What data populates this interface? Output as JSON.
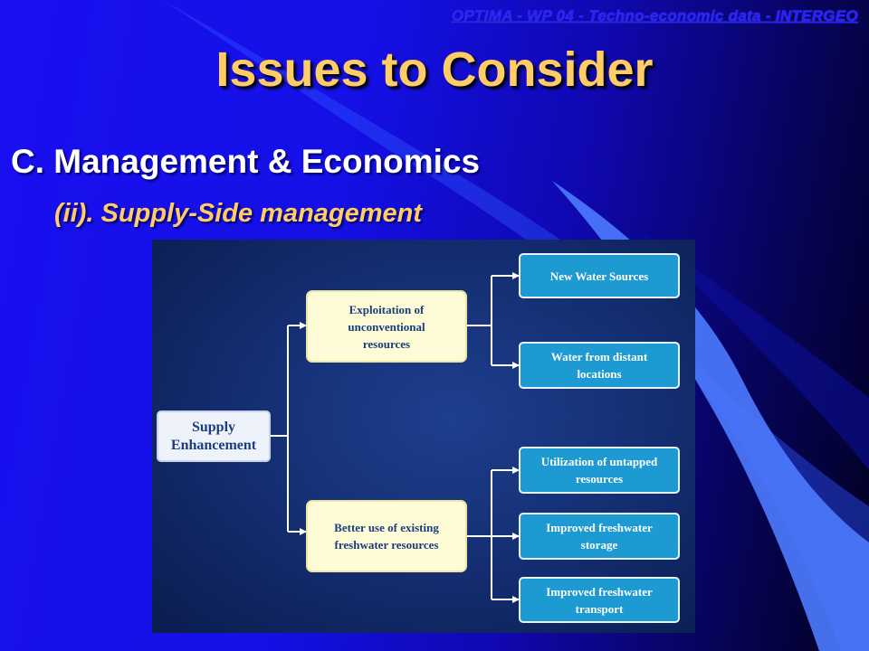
{
  "slide": {
    "header": "OPTIMA - WP 04 - Techno-economic data - INTERGEO",
    "title": "Issues to Consider",
    "heading": "C. Management & Economics",
    "subheading": "(ii). Supply-Side management"
  },
  "diagram": {
    "root": "Supply Enhancement",
    "branches": [
      {
        "label": "Exploitation of unconventional resources",
        "children": [
          "New Water Sources",
          "Water from distant locations"
        ]
      },
      {
        "label": "Better use of existing freshwater resources",
        "children": [
          "Utilization of untapped resources",
          "Improved freshwater storage",
          "Improved freshwater transport"
        ]
      }
    ]
  },
  "colors": {
    "title": "#ffcc66",
    "root_box": "#eef3fb",
    "branch_box": "#fefcd6",
    "leaf_box": "#1e9ad2",
    "diagram_background": "#132c6e"
  }
}
